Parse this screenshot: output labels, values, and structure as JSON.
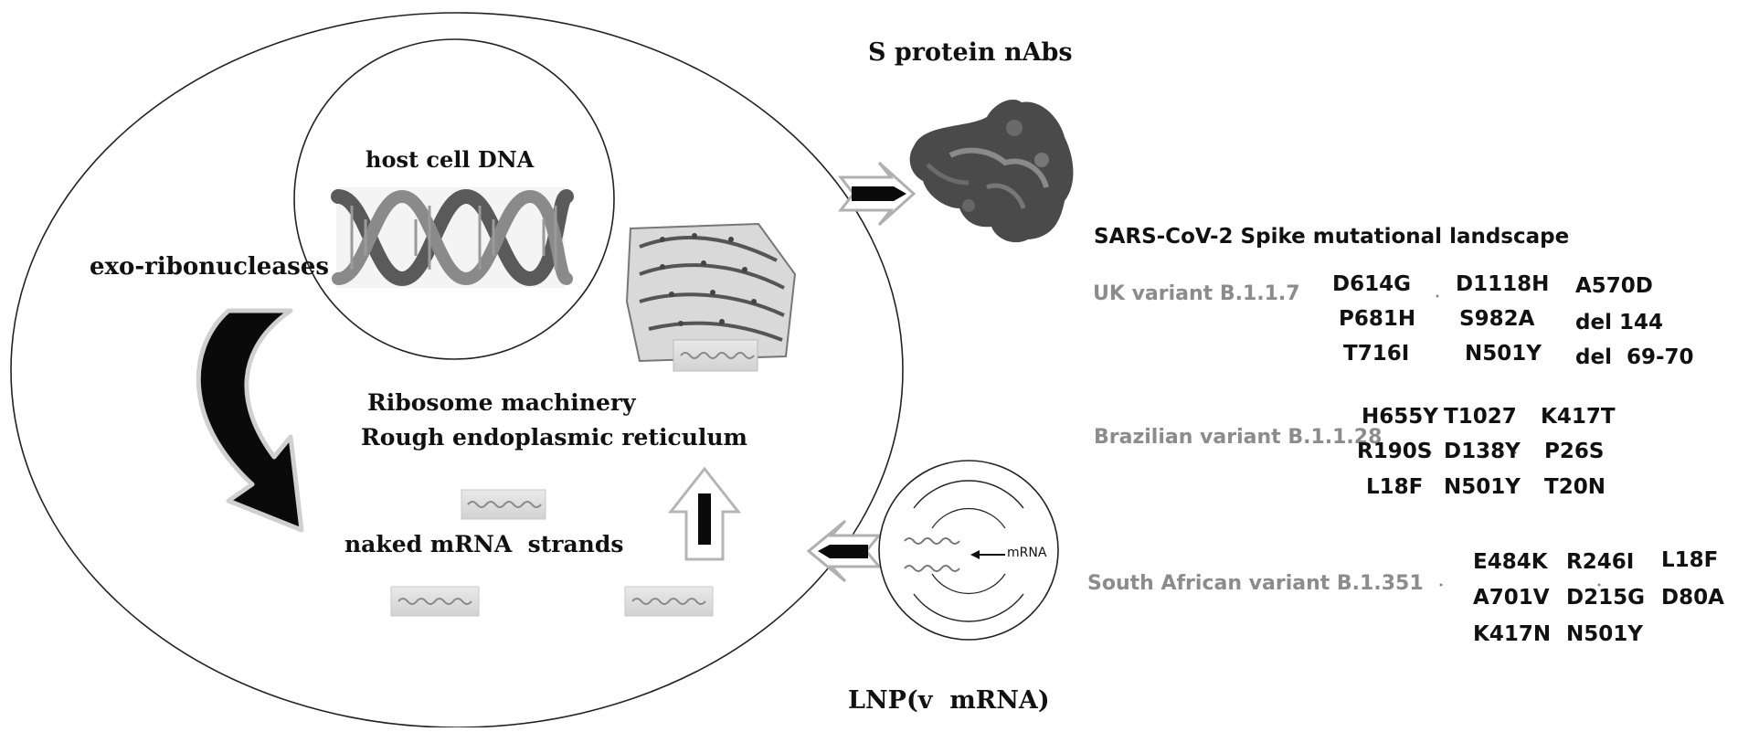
{
  "diagram": {
    "labels": {
      "s_protein": "S protein nAbs",
      "host_dna": "host cell DNA",
      "exo": "exo-ribonucleases",
      "ribosome": "Ribosome machinery",
      "rer": "Rough endoplasmic reticulum",
      "naked_mrna": "naked mRNA  strands",
      "lnp": "LNP(v  mRNA)",
      "mrna_tag": "mRNA"
    },
    "landscape": {
      "title": "SARS-CoV-2 Spike mutational landscape",
      "variants": [
        {
          "name": "UK variant B.1.1.7",
          "columns": [
            [
              "D614G",
              "P681H",
              "T716I"
            ],
            [
              "D1118H",
              "S982A",
              "N501Y"
            ],
            [
              "A570D",
              "del 144",
              "del  69-70"
            ]
          ]
        },
        {
          "name": "Brazilian variant B.1.1.28",
          "columns": [
            [
              "H655Y",
              "R190S",
              "L18F"
            ],
            [
              "T1027",
              "D138Y",
              "N501Y"
            ],
            [
              "K417T",
              "P26S",
              "T20N"
            ]
          ]
        },
        {
          "name": "South African variant B.1.351",
          "columns": [
            [
              "E484K",
              "A701V",
              "K417N"
            ],
            [
              "R246I",
              "D215G",
              "N501Y"
            ],
            [
              "L18F",
              "D80A"
            ]
          ]
        }
      ]
    }
  }
}
